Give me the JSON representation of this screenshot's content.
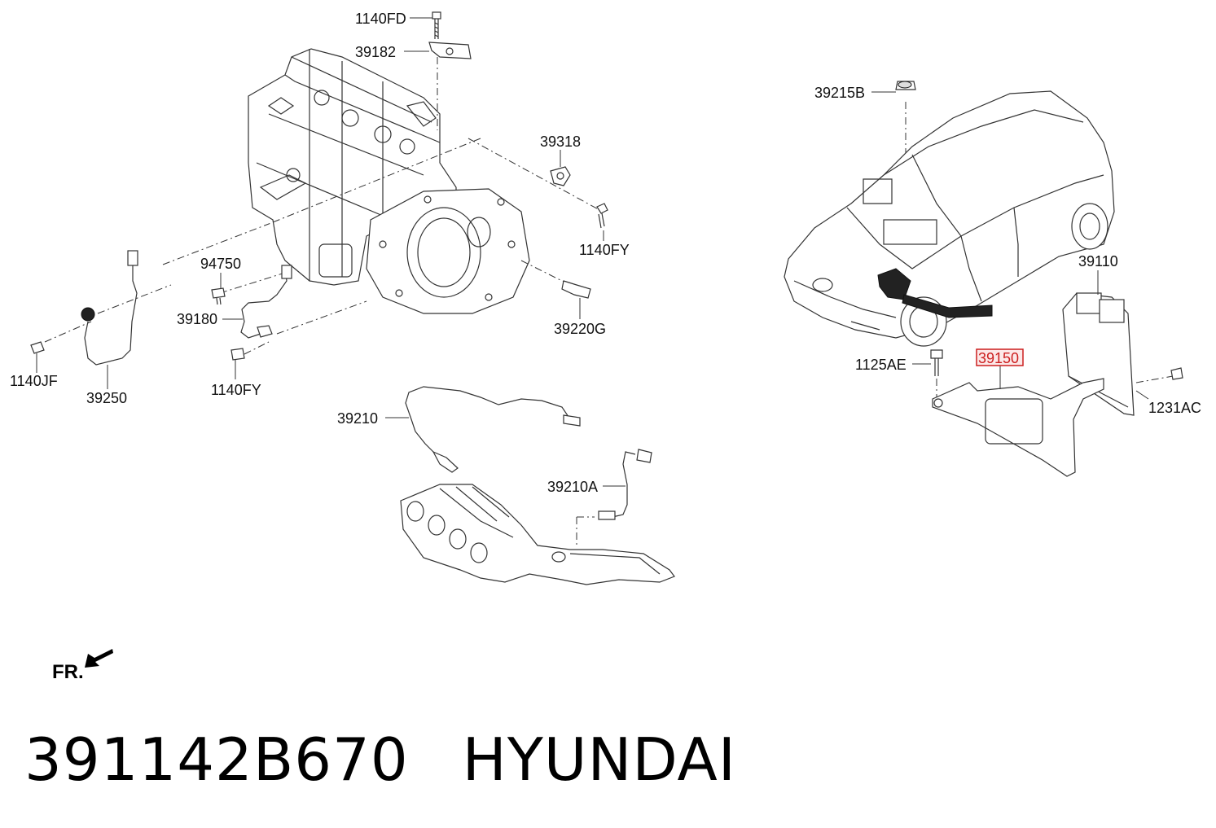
{
  "callouts": {
    "c1140FD": "1140FD",
    "c39182": "39182",
    "c39318": "39318",
    "c1140FY_a": "1140FY",
    "c94750": "94750",
    "c39180": "39180",
    "c39220G": "39220G",
    "c1140JF": "1140JF",
    "c39250": "39250",
    "c1140FY_b": "1140FY",
    "c39210": "39210",
    "c39210A": "39210A",
    "c39215B": "39215B",
    "c39110": "39110",
    "c1125AE": "1125AE",
    "c39150": "39150",
    "c1231AC": "1231AC"
  },
  "highlight": {
    "part": "39150",
    "color": "#cc1f1f"
  },
  "orientation": {
    "label": "FR."
  },
  "caption": {
    "part_number": "391142B670",
    "brand": "HYUNDAI"
  }
}
